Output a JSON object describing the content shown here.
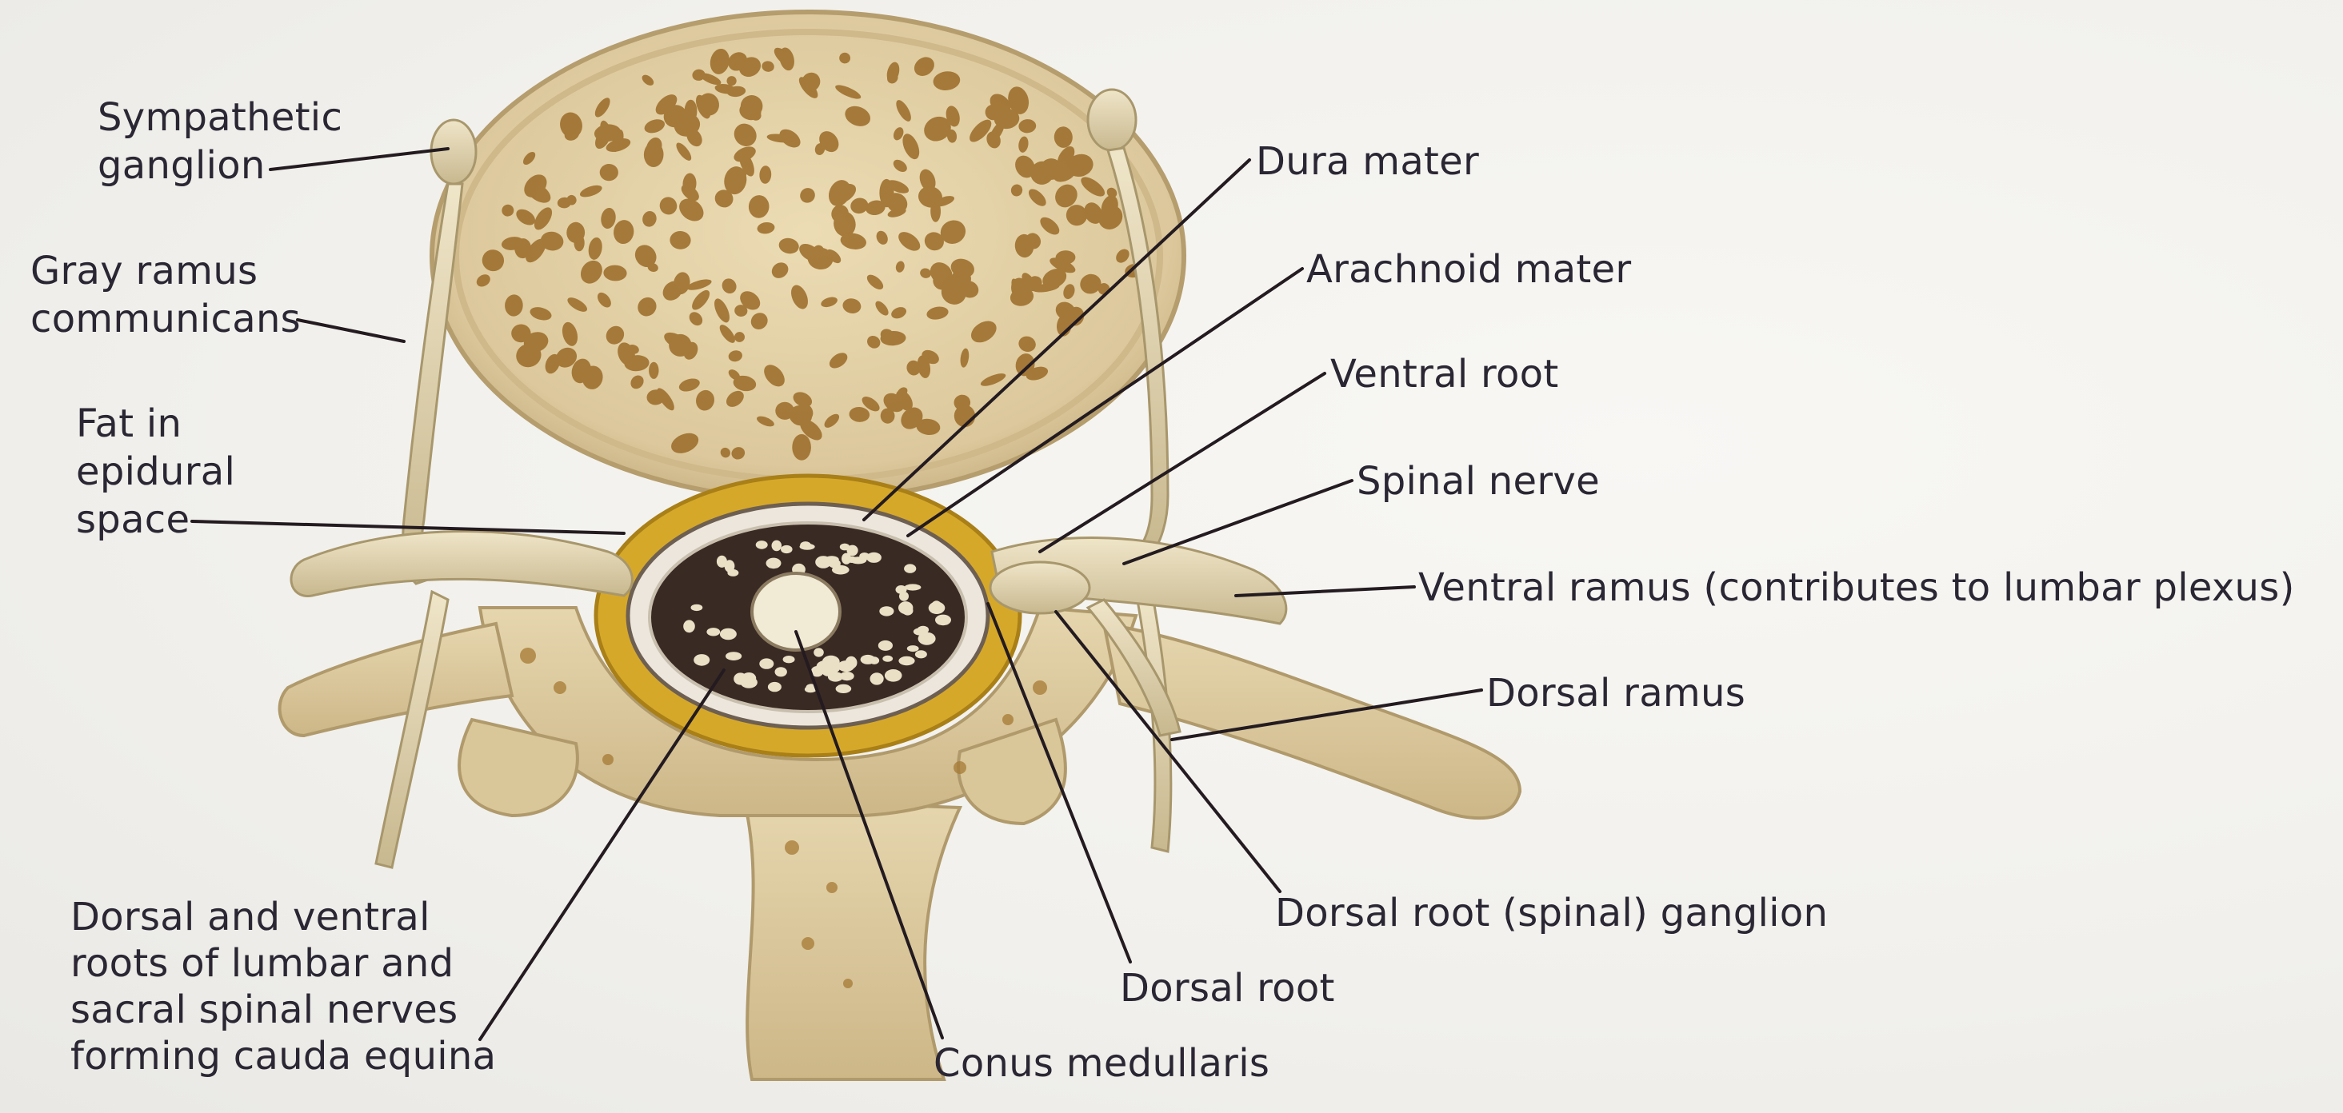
{
  "labels": {
    "sympathetic_ganglion": [
      "Sympathetic",
      "ganglion"
    ],
    "gray_ramus": [
      "Gray ramus",
      "communicans"
    ],
    "fat_epidural": [
      "Fat in",
      "epidural",
      "space"
    ],
    "dura_mater": [
      "Dura mater"
    ],
    "arachnoid_mater": [
      "Arachnoid mater"
    ],
    "ventral_root": [
      "Ventral root"
    ],
    "spinal_nerve": [
      "Spinal nerve"
    ],
    "ventral_ramus": [
      "Ventral ramus (contributes to lumbar plexus)"
    ],
    "dorsal_ramus": [
      "Dorsal ramus"
    ],
    "dorsal_root_ganglion": [
      "Dorsal root (spinal) ganglion"
    ],
    "dorsal_root": [
      "Dorsal root"
    ],
    "conus_medullaris": [
      "Conus medullaris"
    ],
    "cauda_equina": [
      "Dorsal and ventral",
      "roots of lumbar and",
      "sacral spinal nerves",
      "forming cauda equina"
    ]
  },
  "colors": {
    "bone": "#e4d5b0",
    "bone_shadow": "#c9b486",
    "trabecula": "#9a6a26",
    "fat": "#d6a82a",
    "dura": "#ece6dc",
    "cord_space": "#3a2a24",
    "nerve": "#ddd0ac",
    "leader": "#231b20",
    "text": "#2b2633"
  }
}
